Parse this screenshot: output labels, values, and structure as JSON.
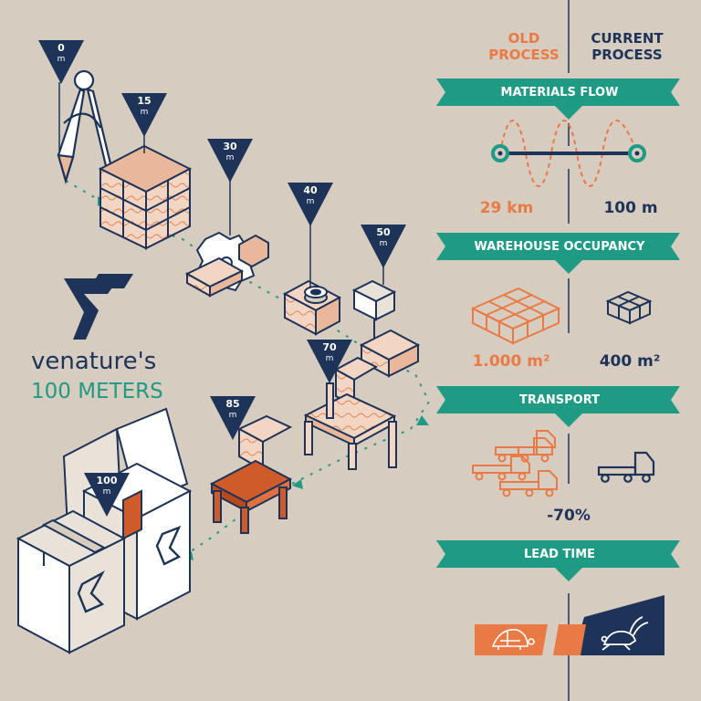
{
  "colors": {
    "background": "#d6cdc0",
    "navy": "#1e3358",
    "teal": "#1f9a84",
    "orange": "#ea7a45",
    "rust": "#cf5a2a",
    "wood": "#e9b89a",
    "white": "#ffffff"
  },
  "brand": {
    "name": "venature's",
    "subtitle": "100 METERS",
    "logo_icon": "venature-v-logo-icon"
  },
  "header": {
    "old_line1": "OLD",
    "old_line2": "PROCESS",
    "current_line1": "CURRENT",
    "current_line2": "PROCESS"
  },
  "markers": [
    {
      "value": "0",
      "unit": "m",
      "icon": "compass-icon"
    },
    {
      "value": "15",
      "unit": "m",
      "icon": "wood-block-stack-icon"
    },
    {
      "value": "30",
      "unit": "m",
      "icon": "circular-saw-icon"
    },
    {
      "value": "40",
      "unit": "m",
      "icon": "sanding-spool-icon"
    },
    {
      "value": "50",
      "unit": "m",
      "icon": "drill-press-icon"
    },
    {
      "value": "70",
      "unit": "m",
      "icon": "raw-chair-icon"
    },
    {
      "value": "85",
      "unit": "m",
      "icon": "painted-chair-icon"
    },
    {
      "value": "100",
      "unit": "m",
      "icon": "shipping-box-icon"
    }
  ],
  "sections": {
    "materials_flow": {
      "title": "MATERIALS FLOW",
      "old_value": "29 km",
      "current_value": "100 m"
    },
    "warehouse": {
      "title": "WAREHOUSE OCCUPANCY",
      "old_value": "1.000 m²",
      "current_value": "400 m²"
    },
    "transport": {
      "title": "TRANSPORT",
      "change": "-70%"
    },
    "lead_time": {
      "title": "LEAD TIME",
      "old_icon": "turtle-icon",
      "current_icon": "rabbit-icon"
    }
  }
}
